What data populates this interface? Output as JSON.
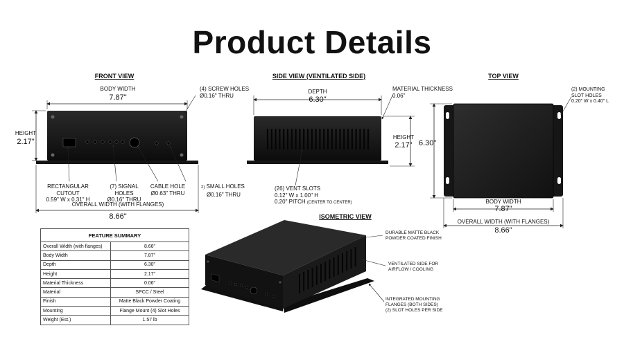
{
  "title": "Product Details",
  "front": {
    "title": "FRONT VIEW",
    "body_width_label": "BODY WIDTH",
    "body_width": "7.87\"",
    "screw_holes": [
      "(4) SCREW HOLES",
      "Ø0.16\" THRU"
    ],
    "height_label": "HEIGHT",
    "height": "2.17\"",
    "rect_cutout": [
      "RECTANGULAR CUTOUT",
      "0.59\" W x 0.31\" H"
    ],
    "signal_holes": [
      "(7) SIGNAL HOLES",
      "Ø0.16\" THRU"
    ],
    "cable_hole": [
      "CABLE HOLE",
      "Ø0.63\" THRU"
    ],
    "small_holes_prefix": "2)",
    "small_holes": [
      "SMALL HOLES",
      "Ø0.16\" THRU"
    ],
    "overall_width_label": "OVERALL WIDTH (WITH FLANGES)",
    "overall_width": "8.66\""
  },
  "side": {
    "title": "SIDE VIEW (VENTILATED SIDE)",
    "depth_label": "DEPTH",
    "depth": "6.30\"",
    "material_thickness": [
      "MATERIAL THICKNESS",
      "0.06\""
    ],
    "height_label": "HEIGHT",
    "height": "2.17\"",
    "vent_slots_1": "(26) VENT SLOTS",
    "vent_slots_2": "0.12\" W x 1.00\" H",
    "vent_slots_3": "0.20\" PITCH",
    "vent_slots_3_small": "(CENTER TO CENTER)"
  },
  "top": {
    "title": "TOP VIEW",
    "slot_holes": [
      "(2) MOUNTING",
      "SLOT HOLES",
      "0.20\" W x 0.40\" L"
    ],
    "depth": "6.30\"",
    "body_width_label": "BODY WIDTH",
    "body_width": "7.87\"",
    "overall_width_label": "OVERALL WIDTH (WITH FLANGES)",
    "overall_width": "8.66\""
  },
  "iso": {
    "title": "ISOMETRIC VIEW",
    "finish_note": [
      "DURABLE MATTE BLACK",
      "POWDER COATED FINISH"
    ],
    "vent_note": [
      "VENTILATED SIDE FOR",
      "AIRFLOW / COOLING"
    ],
    "flange_note": [
      "INTEGRATED MOUNTING",
      "FLANGES (BOTH SIDES)",
      "(2) SLOT HOLES PER SIDE"
    ]
  },
  "summary": {
    "header": "FEATURE SUMMARY",
    "rows": [
      [
        "Overall Width (with flanges)",
        "8.66\""
      ],
      [
        "Body Width",
        "7.87\""
      ],
      [
        "Depth",
        "6.30\""
      ],
      [
        "Height",
        "2.17\""
      ],
      [
        "Material Thickness",
        "0.06\""
      ],
      [
        "Material",
        "SPCC / Steel"
      ],
      [
        "Finish",
        "Matte Black Powder Coating"
      ],
      [
        "Mounting",
        "Flange Mount (4) Slot Holes"
      ],
      [
        "Weight (Est.)",
        "1.57 lb"
      ]
    ]
  },
  "colors": {
    "enclosure": "#141414",
    "line": "#222222"
  }
}
